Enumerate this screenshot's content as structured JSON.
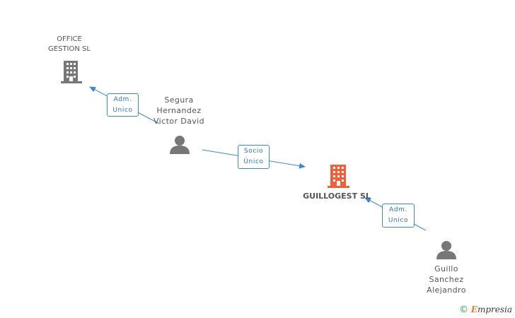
{
  "companies": {
    "office": {
      "name_line1": "OFFICE",
      "name_line2": "GESTION SL"
    },
    "main": {
      "name": "GUILLOGEST SL"
    }
  },
  "persons": {
    "segura": {
      "line1": "Segura",
      "line2": "Hernandez",
      "line3": "Victor David"
    },
    "guillo": {
      "line1": "Guillo",
      "line2": "Sanchez",
      "line3": "Alejandro"
    }
  },
  "relations": {
    "segura_office": {
      "line1": "Adm.",
      "line2": "Unico"
    },
    "segura_main": {
      "line1": "Socio",
      "line2": "Único"
    },
    "guillo_main": {
      "line1": "Adm.",
      "line2": "Unico"
    }
  },
  "colors": {
    "edge": "#3e86d0",
    "company_gray": "#777777",
    "company_main": "#f0603a",
    "person": "#777777"
  },
  "watermark": {
    "symbol": "©",
    "brand_initial": "E",
    "brand_rest": "mpresia"
  }
}
